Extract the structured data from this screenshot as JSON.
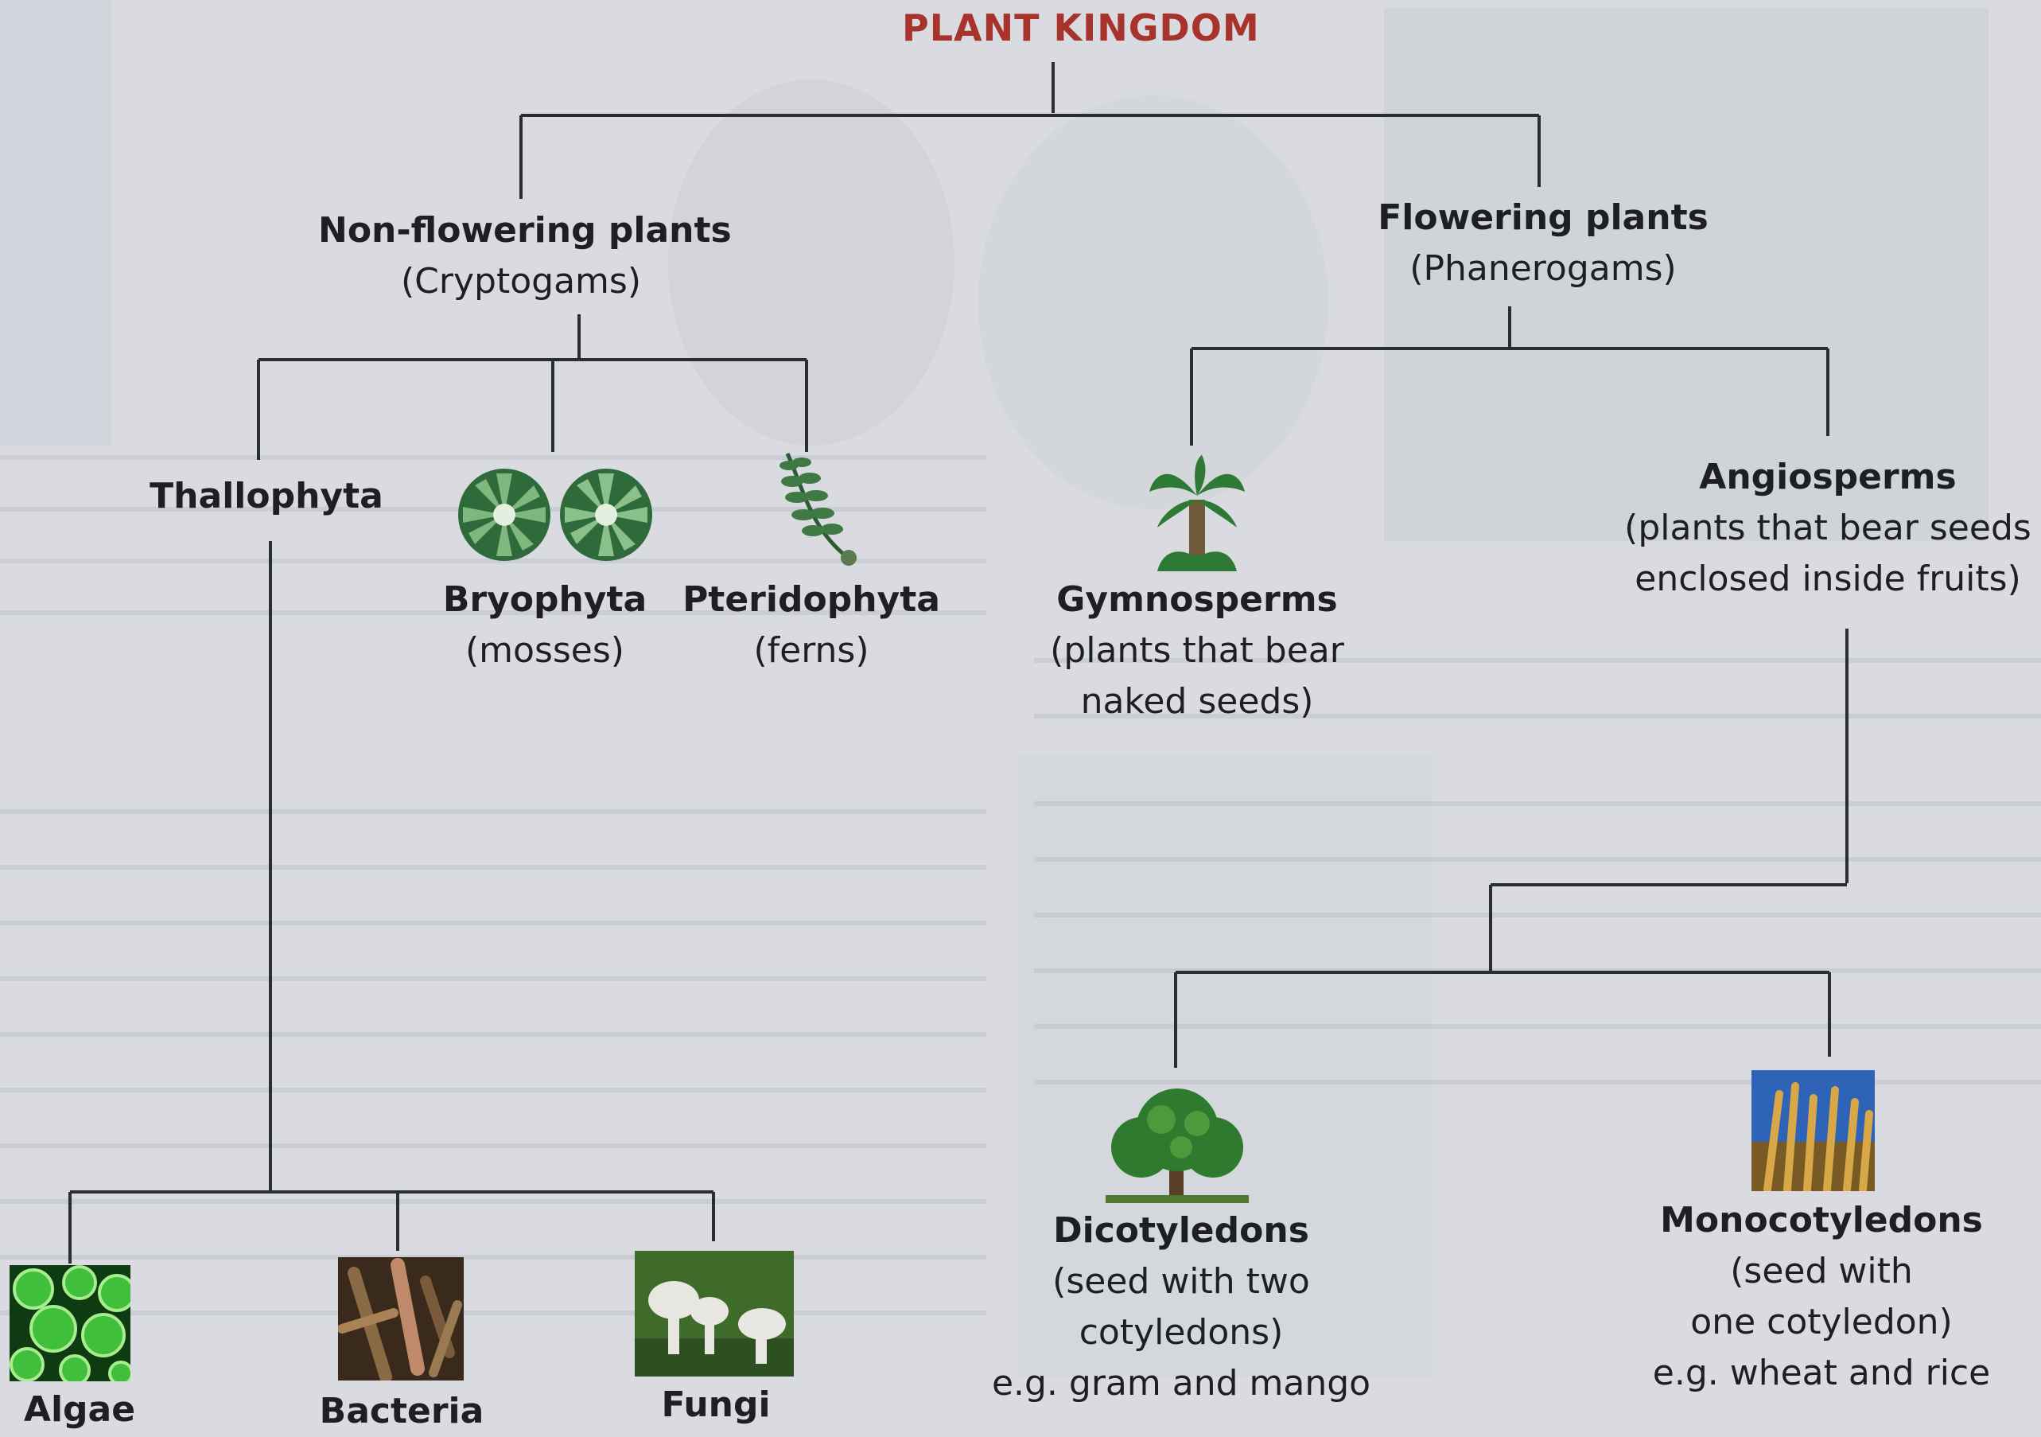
{
  "root": {
    "label": "PLANT KINGDOM",
    "color": "#a8332c"
  },
  "non_flowering": {
    "title": "Non-flowering plants",
    "sub": "(Cryptogams)"
  },
  "flowering": {
    "title": "Flowering plants",
    "sub": "(Phanerogams)"
  },
  "thallophyta": {
    "title": "Thallophyta"
  },
  "bryophyta": {
    "title": "Bryophyta",
    "sub": "(mosses)"
  },
  "pteridophyta": {
    "title": "Pteridophyta",
    "sub": "(ferns)"
  },
  "gymnosperms": {
    "title": "Gymnosperms",
    "line1": "(plants that bear",
    "line2": "naked seeds)"
  },
  "angiosperms": {
    "title": "Angiosperms",
    "line1": "(plants that bear seeds",
    "line2": "enclosed inside fruits)"
  },
  "algae": {
    "title": "Algae"
  },
  "bacteria": {
    "title": "Bacteria"
  },
  "fungi": {
    "title": "Fungi"
  },
  "dicot": {
    "title": "Dicotyledons",
    "line1": "(seed with two",
    "line2": "cotyledons)",
    "example": "e.g. gram and mango"
  },
  "monocot": {
    "title": "Monocotyledons",
    "line1": "(seed with",
    "line2": "one cotyledon)",
    "example": "e.g. wheat and rice"
  },
  "colors": {
    "line": "#2a2d33",
    "text": "#1d1f24",
    "background": "#d9dbe0"
  },
  "icons": [
    "moss-icon",
    "fern-icon",
    "cycad-icon",
    "algae-image",
    "bacteria-image",
    "mushroom-image",
    "tree-image",
    "wheat-image"
  ]
}
